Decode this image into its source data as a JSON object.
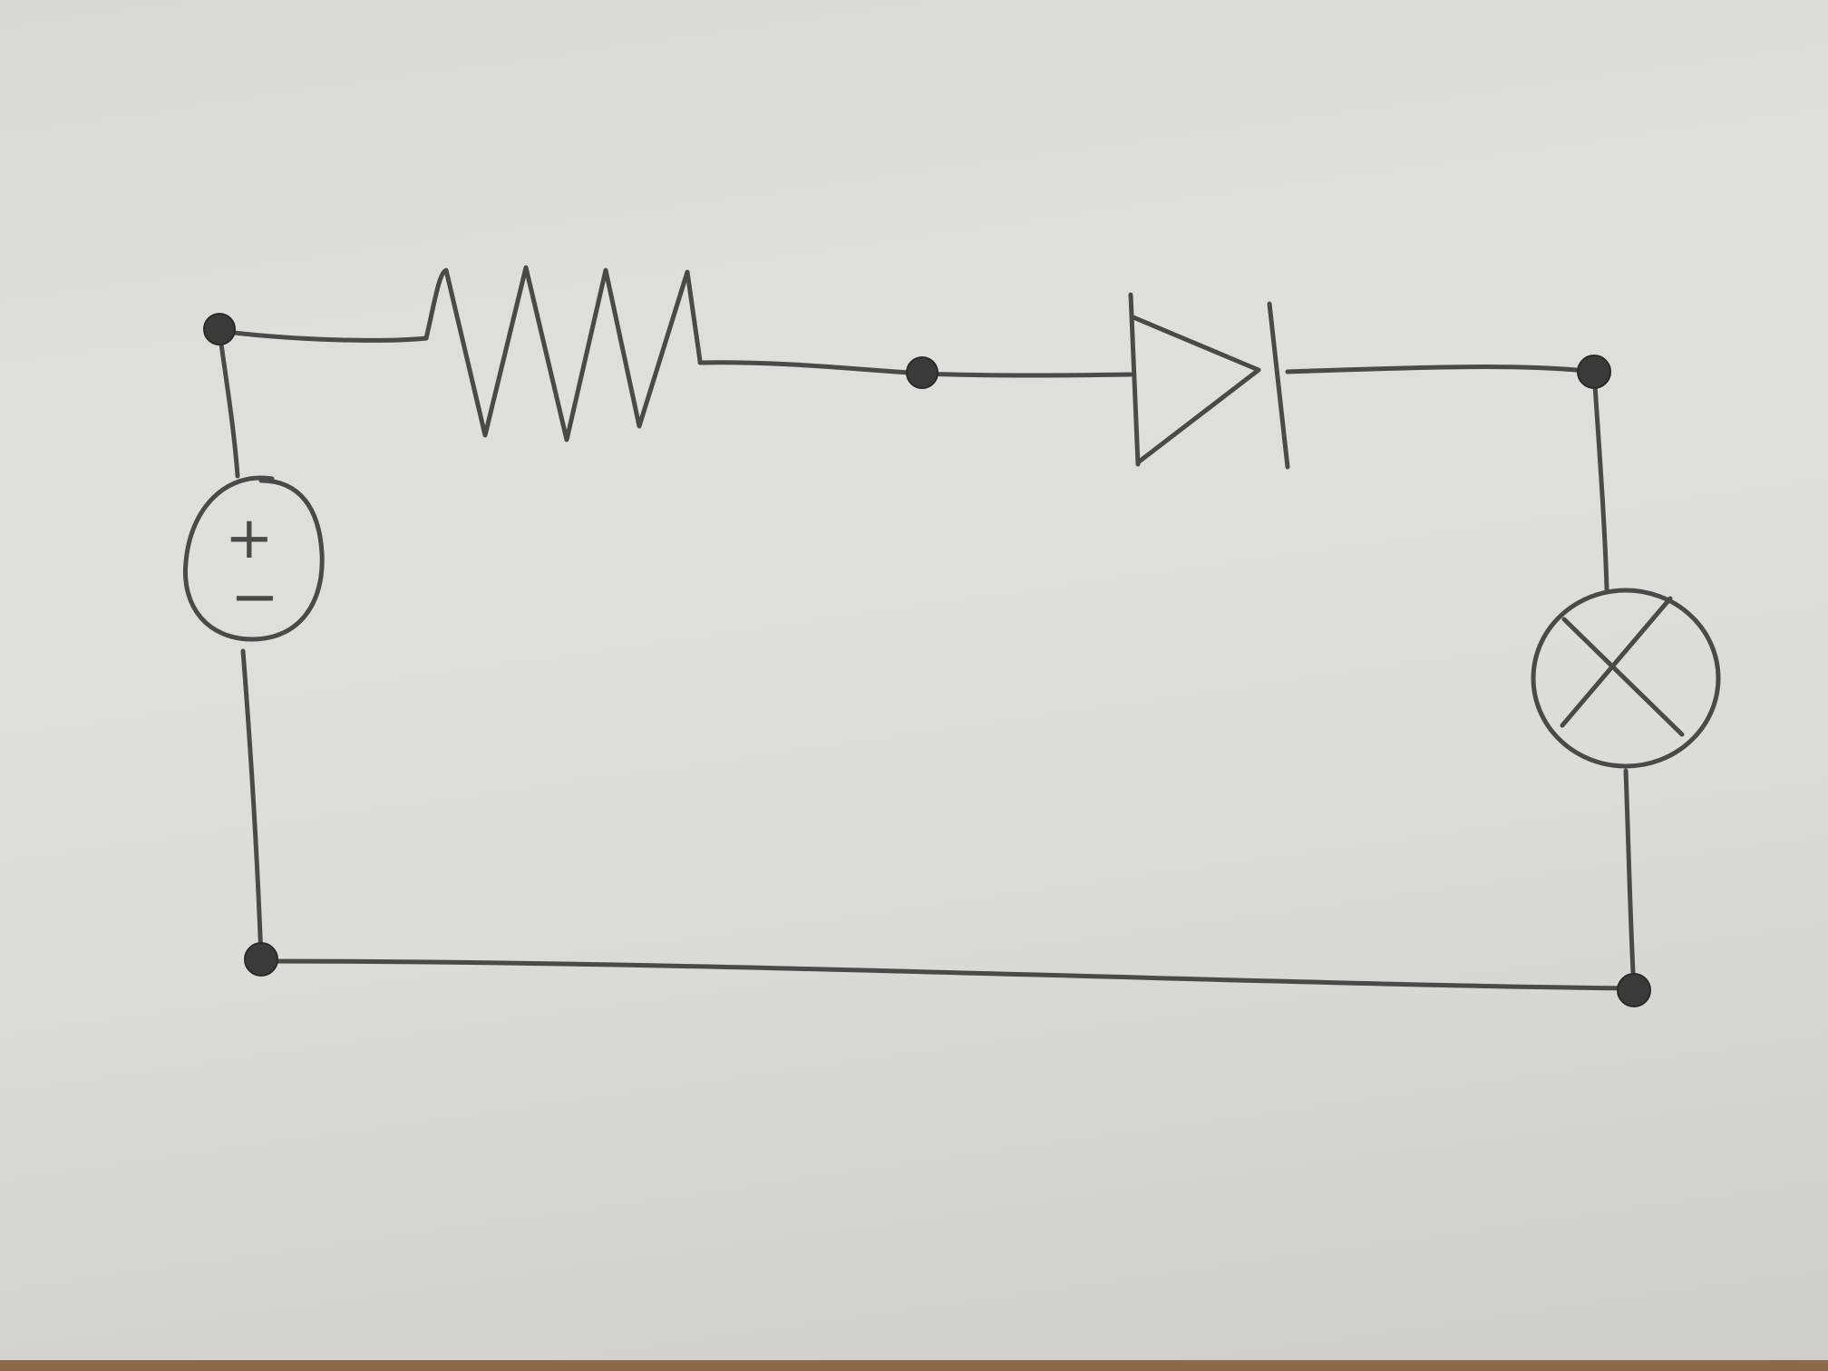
{
  "diagram": {
    "source_symbols": {
      "plus": "+",
      "minus": "−"
    },
    "components": [
      {
        "id": "voltage-source",
        "kind": "dc-voltage-source"
      },
      {
        "id": "resistor",
        "kind": "resistor"
      },
      {
        "id": "diode",
        "kind": "diode"
      },
      {
        "id": "lamp",
        "kind": "lamp"
      }
    ],
    "nodes": [
      "n1",
      "n2",
      "n3",
      "n4",
      "n5"
    ],
    "colors": {
      "ink": "#4a4a4a",
      "paper": "#dcdcd9"
    }
  }
}
